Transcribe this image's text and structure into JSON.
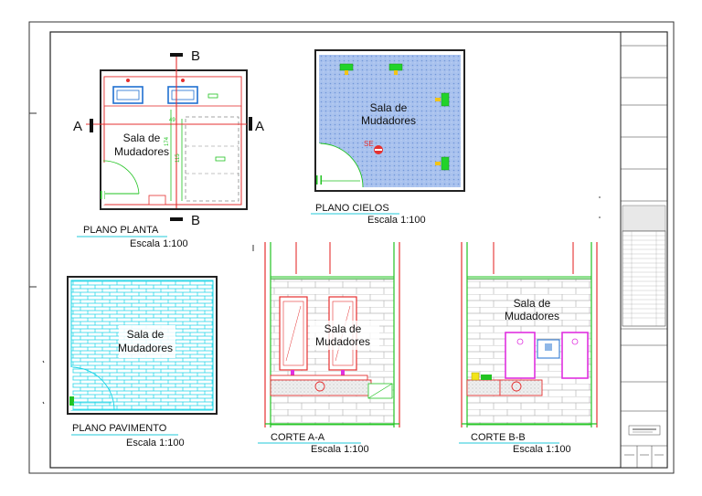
{
  "views": {
    "plano_planta": {
      "title": "PLANO PLANTA",
      "scale": "Escala 1:100",
      "room_line1": "Sala de",
      "room_line2": "Mudadores",
      "section_a": "A",
      "section_b": "B",
      "dim1": "49",
      "dim2": "174",
      "dim3": "115"
    },
    "plano_cielos": {
      "title": "PLANO CIELOS",
      "scale": "Escala 1:100",
      "room_line1": "Sala de",
      "room_line2": "Mudadores",
      "fixture_tag": "SE"
    },
    "plano_pavimento": {
      "title": "PLANO PAVIMENTO",
      "scale": "Escala 1:100",
      "room_line1": "Sala de",
      "room_line2": "Mudadores"
    },
    "corte_aa": {
      "title": "CORTE A-A",
      "scale": "Escala 1:100",
      "room_line1": "Sala de",
      "room_line2": "Mudadores"
    },
    "corte_bb": {
      "title": "CORTE B-B",
      "scale": "Escala 1:100",
      "room_line1": "Sala de",
      "room_line2": "Mudadores"
    }
  },
  "colors": {
    "walls": "#e53030",
    "dimensions": "#22c322",
    "floor_hatch": "#1ad4e6",
    "ceiling": "#9ab6e6",
    "fixtures": "#1f6fd0",
    "lockers": "#e030e0",
    "title_underline": "#20c8d8"
  }
}
